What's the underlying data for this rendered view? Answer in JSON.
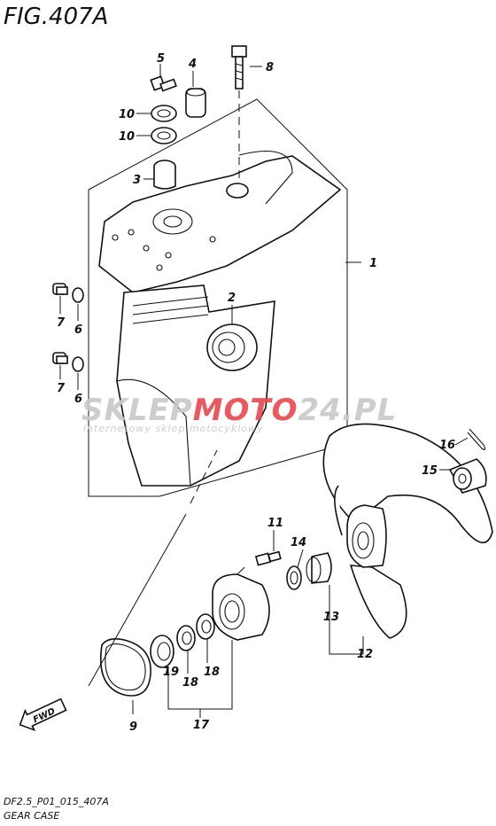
{
  "figure": {
    "title": "FIG.407A",
    "code": "DF2.5_P01_015_407A",
    "name": "GEAR CASE"
  },
  "watermark": {
    "brand_grey_1": "SKLEP",
    "brand_red": "MOTO",
    "brand_grey_2": "24.PL",
    "tagline": "internetowy sklep motocyklowy",
    "accent_color": "#e8474f"
  },
  "fwd_label": "FWD",
  "callouts": {
    "c1": "1",
    "c2": "2",
    "c3": "3",
    "c4": "4",
    "c5": "5",
    "c6a": "6",
    "c6b": "6",
    "c7a": "7",
    "c7b": "7",
    "c8": "8",
    "c9": "9",
    "c10a": "10",
    "c10b": "10",
    "c11": "11",
    "c12": "12",
    "c13": "13",
    "c14": "14",
    "c15": "15",
    "c16": "16",
    "c17": "17",
    "c18a": "18",
    "c18b": "18",
    "c19": "19"
  }
}
